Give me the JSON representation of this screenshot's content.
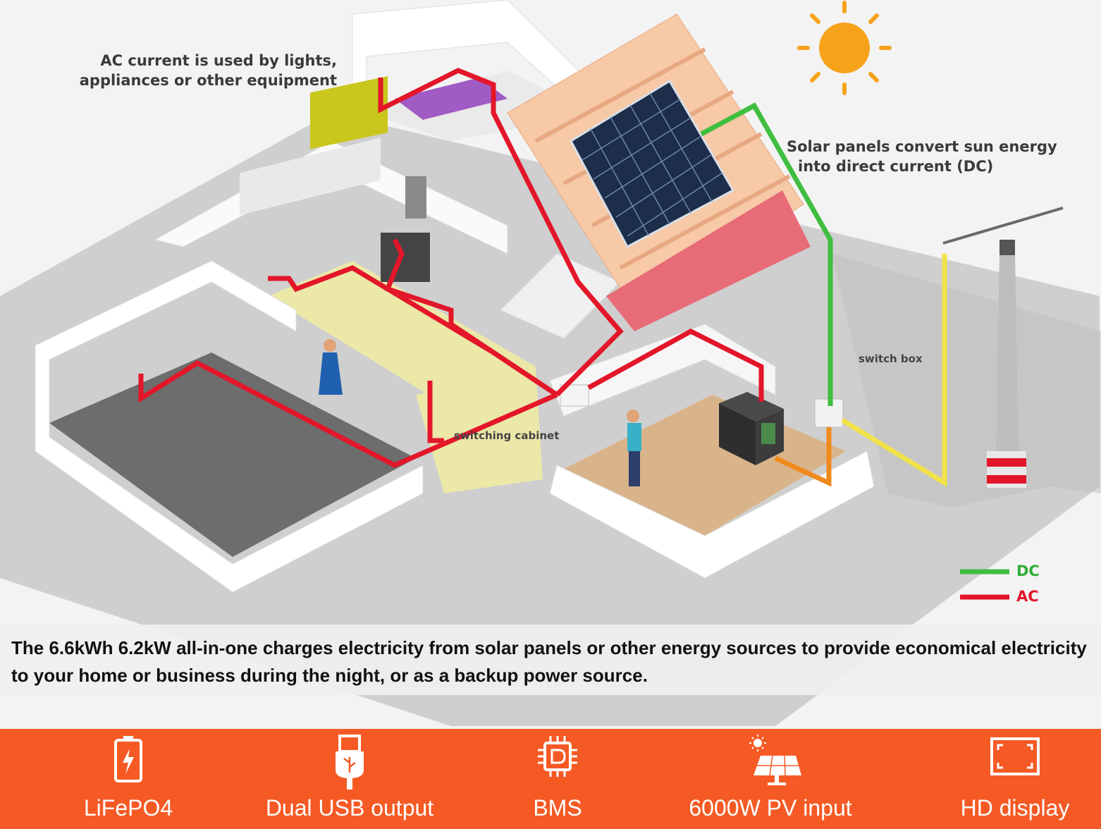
{
  "labels": {
    "ac_line1": "AC current is used by lights,",
    "ac_line2": "appliances or other equipment",
    "solar_line1": "Solar panels convert sun energy",
    "solar_line2": "into direct current (DC)",
    "switch_box": "switch box",
    "switching_cabinet": "switching cabinet"
  },
  "legend": {
    "dc": "DC",
    "ac": "AC",
    "dc_color": "#2fae38",
    "ac_color": "#e3162a"
  },
  "caption": "The 6.6kWh 6.2kW all-in-one charges electricity from solar panels or other energy sources to provide economical electricity to your home or business during the night, or as a backup power source.",
  "features": [
    {
      "label": "LiFePO4",
      "icon": "battery-icon"
    },
    {
      "label": "Dual USB output",
      "icon": "usb-icon"
    },
    {
      "label": "BMS",
      "icon": "chip-icon"
    },
    {
      "label": "6000W PV input",
      "icon": "solar-panel-icon"
    },
    {
      "label": "HD display",
      "icon": "display-icon"
    }
  ],
  "colors": {
    "feature_bar": "#f55a25",
    "sun": "#f7a21b",
    "ground_line": "#f2d94a",
    "pv_line": "#f08a1c"
  }
}
